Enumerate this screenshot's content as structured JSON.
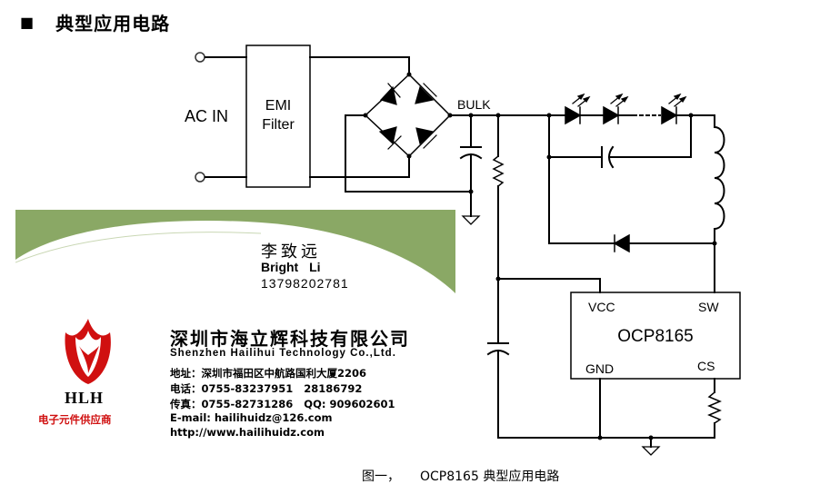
{
  "header": {
    "bullet": "■",
    "title": "典型应用电路"
  },
  "circuit": {
    "ac_in_label": "AC IN",
    "emi_label_line1": "EMI",
    "emi_label_line2": "Filter",
    "bulk_label": "BULK",
    "chip": {
      "name": "OCP8165",
      "pin_vcc": "VCC",
      "pin_sw": "SW",
      "pin_gnd": "GND",
      "pin_cs": "CS"
    }
  },
  "business_card": {
    "name_cn": "李致远",
    "name_en": "Bright Li",
    "phone": "13798202781",
    "company_cn": "深圳市海立辉科技有限公司",
    "company_en": "Shenzhen Hailihui Technology Co.,Ltd.",
    "address": "地址：深圳市福田区中航路国利大厦2206",
    "tel": "电话：0755-83237951   28186792",
    "fax": "传真：0755-82731286   QQ: 909602601",
    "email": "E-mail: hailihuidz@126.com",
    "website": "http://www.hailihuidz.com",
    "logo_text": "HLH",
    "slogan": "电子元件供应商",
    "colors": {
      "wave": "#8aa865",
      "logo_red": "#d01010"
    }
  },
  "caption": {
    "figure_label": "图一，",
    "text": "OCP8165 典型应用电路"
  }
}
